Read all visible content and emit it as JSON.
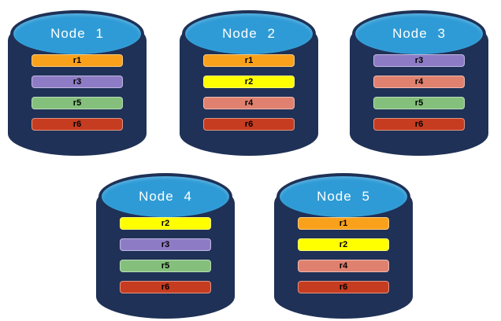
{
  "diagram": {
    "description": "Database nodes with replicated partitions",
    "colors": {
      "cylinder_body": "#1F3156",
      "cylinder_top": "#2E9BD6",
      "node_label_text": "#FFFFFF",
      "partition_label_text": "#000000",
      "partitions": {
        "r1": "#F9A11B",
        "r2": "#FFFF00",
        "r3": "#8D7CC5",
        "r4": "#E08170",
        "r5": "#84C07C",
        "r6": "#C63C20"
      }
    },
    "nodes": [
      {
        "label": "Node 1",
        "partitions": [
          "r1",
          "r3",
          "r5",
          "r6"
        ]
      },
      {
        "label": "Node 2",
        "partitions": [
          "r1",
          "r2",
          "r4",
          "r6"
        ]
      },
      {
        "label": "Node 3",
        "partitions": [
          "r3",
          "r4",
          "r5",
          "r6"
        ]
      },
      {
        "label": "Node 4",
        "partitions": [
          "r2",
          "r3",
          "r5",
          "r6"
        ]
      },
      {
        "label": "Node 5",
        "partitions": [
          "r1",
          "r2",
          "r4",
          "r6"
        ]
      }
    ]
  }
}
